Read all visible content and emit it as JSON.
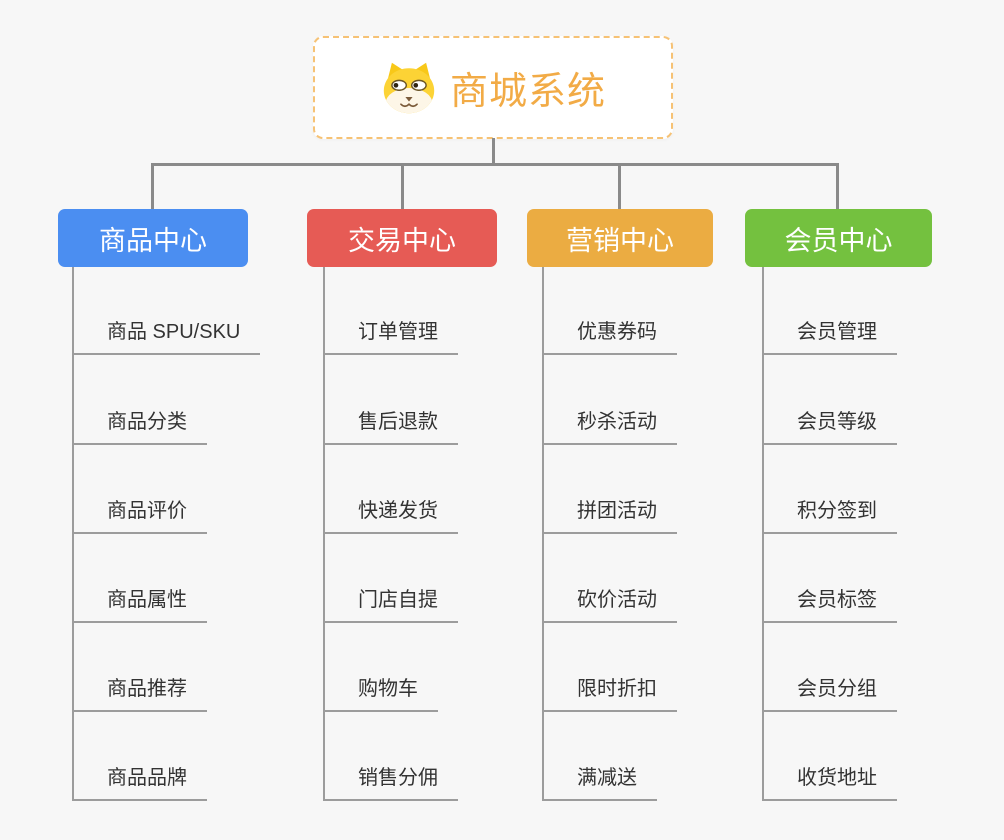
{
  "root": {
    "title": "商城系统",
    "icon": "dog-face-icon"
  },
  "style": {
    "background": "#f7f7f7",
    "connector_color": "#8a8a8a",
    "spine_color": "#9c9c9c",
    "root_border_color": "#f6c275",
    "root_text_color": "#f2ab46",
    "child_text_color": "#333333"
  },
  "branches": [
    {
      "id": "product-center",
      "label": "商品中心",
      "color": "#4b8ef1",
      "items": [
        "商品 SPU/SKU",
        "商品分类",
        "商品评价",
        "商品属性",
        "商品推荐",
        "商品品牌"
      ]
    },
    {
      "id": "trade-center",
      "label": "交易中心",
      "color": "#e65b55",
      "items": [
        "订单管理",
        "售后退款",
        "快递发货",
        "门店自提",
        "购物车",
        "销售分佣"
      ]
    },
    {
      "id": "marketing-center",
      "label": "营销中心",
      "color": "#ebac42",
      "items": [
        "优惠券码",
        "秒杀活动",
        "拼团活动",
        "砍价活动",
        "限时折扣",
        "满减送"
      ]
    },
    {
      "id": "member-center",
      "label": "会员中心",
      "color": "#74c13f",
      "items": [
        "会员管理",
        "会员等级",
        "积分签到",
        "会员标签",
        "会员分组",
        "收货地址"
      ]
    }
  ]
}
